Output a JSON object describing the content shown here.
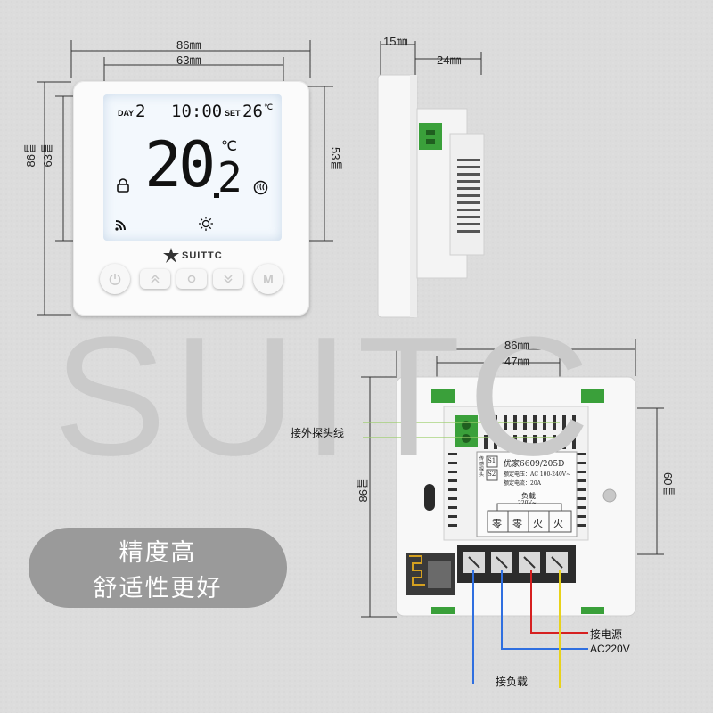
{
  "watermark": "SUITC",
  "front": {
    "dims": {
      "width_outer": "86㎜",
      "width_inner": "63㎜",
      "height_outer": "86㎜",
      "height_inner": "63㎜",
      "screen_height": "53㎜"
    },
    "lcd": {
      "day_label": "DAY",
      "day_value": "2",
      "time": "10:00",
      "set_label": "SET",
      "set_value": "26",
      "set_unit": "℃",
      "temp_int": "20",
      "temp_dec": "2",
      "temp_unit": "℃"
    },
    "brand": "SUITTC",
    "buttons": {
      "mode": "M"
    }
  },
  "side": {
    "dims": {
      "depth_front": "15㎜",
      "depth_total": "24㎜"
    }
  },
  "back": {
    "dims": {
      "width": "86㎜",
      "inner_width": "47㎜",
      "height": "86㎜",
      "hole_spacing": "60㎜"
    },
    "model_line1": "优家6609/205D",
    "model_line2": "额定电压：AC 100-240V~",
    "model_line3": "额定电流：20A",
    "sensor_side_text": "传感探头",
    "sensor_labels": [
      "S1",
      "S2"
    ],
    "load_label": "负载",
    "load_voltage": "220V~",
    "terminals": [
      "零",
      "零",
      "火",
      "火"
    ]
  },
  "labels": {
    "sensor_wire": "接外探头线",
    "power": "接电源",
    "power_voltage": "AC220V",
    "load": "接负载"
  },
  "promo": {
    "line1": "精度高",
    "line2": "舒适性更好"
  },
  "colors": {
    "background": "#dcdcdc",
    "pill": "#9a9a9a",
    "wire_blue": "#2f6fe0",
    "wire_red": "#d62020",
    "wire_yellow": "#e8d21a",
    "sensor_green": "#3aa03a"
  }
}
